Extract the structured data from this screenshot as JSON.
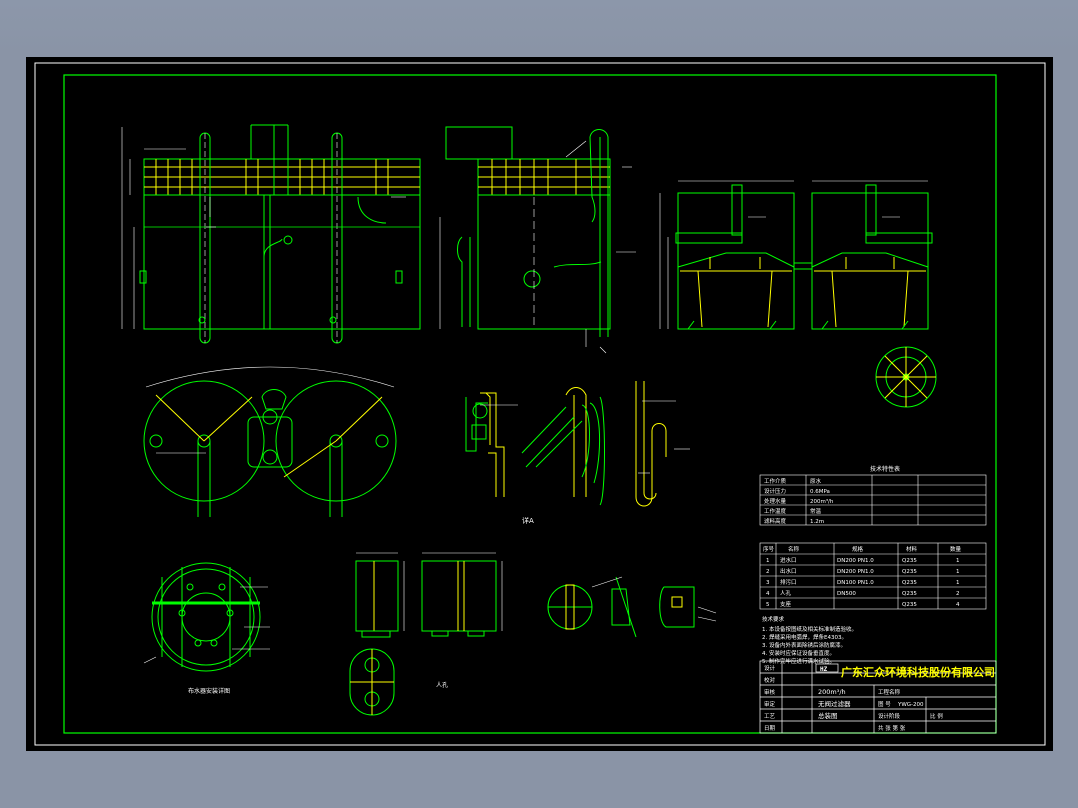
{
  "colors": {
    "background": "#8a94a6",
    "sheet": "#000000",
    "frame": "#ffffff",
    "line": "#00ff00",
    "dim": "#ffffff",
    "accent": "#ffff00"
  },
  "drawing": {
    "view_labels": {
      "detail_a": "详A",
      "manhole": "人孔",
      "distributor": "布水器安装详图"
    },
    "tech_table": {
      "title": "技术特性表",
      "rows": [
        [
          "工作介质",
          "原水"
        ],
        [
          "设计压力",
          "0.6MPa"
        ],
        [
          "处理水量",
          "200m³/h"
        ],
        [
          "工作温度",
          "常温"
        ],
        [
          "滤料高度",
          "1.2m"
        ]
      ]
    },
    "parts_table": {
      "title": "明细表",
      "headers": [
        "序号",
        "名称",
        "规格",
        "材料",
        "数量"
      ],
      "rows": [
        [
          "1",
          "进水口",
          "DN200 PN1.0",
          "Q235",
          "1"
        ],
        [
          "2",
          "出水口",
          "DN200 PN1.0",
          "Q235",
          "1"
        ],
        [
          "3",
          "排污口",
          "DN100 PN1.0",
          "Q235",
          "1"
        ],
        [
          "4",
          "人孔",
          "DN500",
          "Q235",
          "2"
        ],
        [
          "5",
          "支座",
          "",
          "Q235",
          "4"
        ]
      ]
    },
    "notes": {
      "title": "技术要求",
      "lines": [
        "1. 本设备按图纸及相关标准制造验收。",
        "2. 焊缝采用电弧焊，焊条E4303。",
        "3. 设备内外表面除锈后涂防腐漆。",
        "4. 安装时应保证设备垂直度。",
        "5. 制作完毕应进行满水试验。"
      ]
    },
    "title_block": {
      "company": "广东汇众环境科技股份有限公司",
      "logo": "HZ",
      "capacity": "200m³/h",
      "product": "无阀过滤器",
      "view": "总装图",
      "drawing_no_label": "图 号",
      "drawing_no": "YWG-200",
      "project_label": "工程名称",
      "phase_label": "设计阶段",
      "scale_label": "比 例",
      "sheet_label": "共 张 第 张",
      "roles": [
        "设计",
        "校对",
        "审核",
        "审定",
        "工艺",
        "日期"
      ]
    }
  }
}
